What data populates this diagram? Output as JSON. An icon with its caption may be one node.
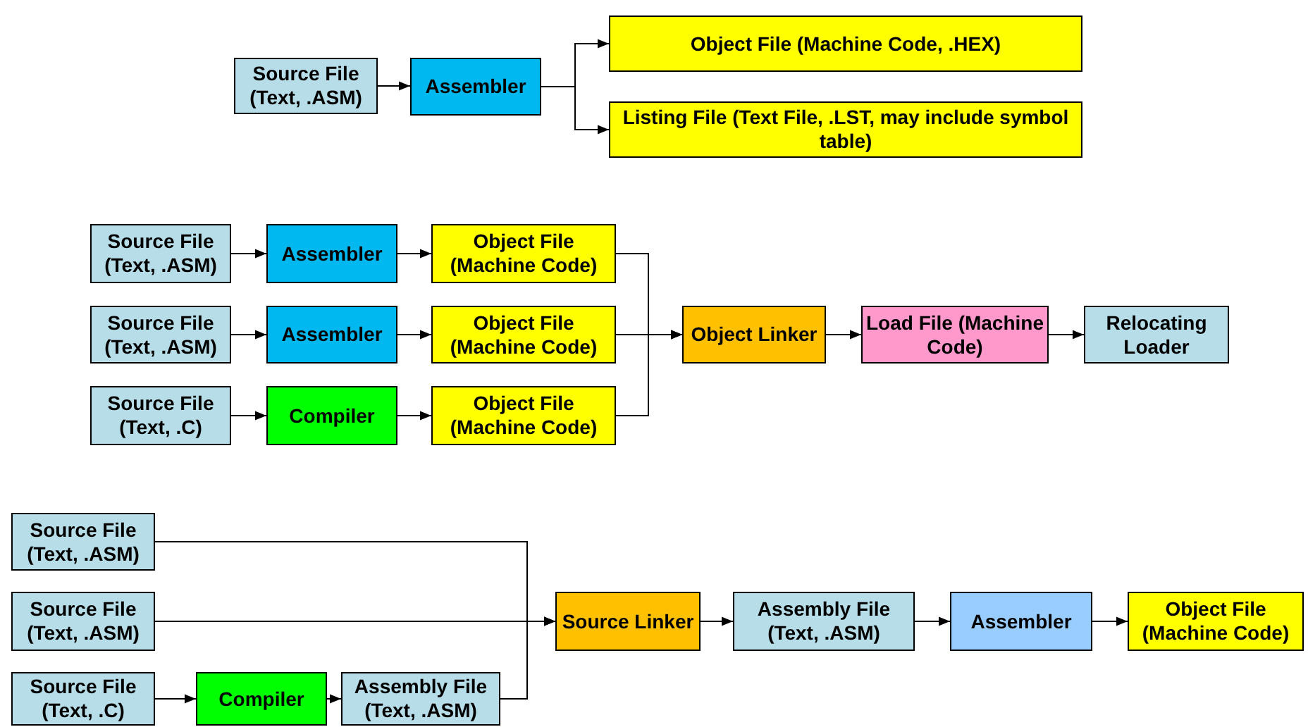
{
  "diagram": {
    "nodes": [
      {
        "text": [
          "Source File (Text, .ASM)"
        ]
      },
      {
        "text": [
          "Assembler"
        ]
      },
      {
        "text": [
          "Object File (Machine Code, .HEX)"
        ]
      },
      {
        "text": [
          "Listing File (Text File, .LST, may include symbol table)"
        ]
      },
      {
        "text": [
          "Source File (Text, .ASM)"
        ]
      },
      {
        "text": [
          "Assembler"
        ]
      },
      {
        "text": [
          "Object File (Machine Code)"
        ]
      },
      {
        "text": [
          "Source File (Text, .ASM)"
        ]
      },
      {
        "text": [
          "Assembler"
        ]
      },
      {
        "text": [
          "Object File (Machine Code)"
        ]
      },
      {
        "text": [
          "Source File (Text, .C)"
        ]
      },
      {
        "text": [
          "Compiler"
        ]
      },
      {
        "text": [
          "Object File (Machine Code)"
        ]
      },
      {
        "text": [
          "Object Linker"
        ]
      },
      {
        "text": [
          "Load File (Machine Code)"
        ]
      },
      {
        "text": [
          "Relocating Loader"
        ]
      },
      {
        "text": [
          "Source File (Text, .ASM)"
        ]
      },
      {
        "text": [
          "Source File (Text, .ASM)"
        ]
      },
      {
        "text": [
          "Source File (Text, .C)"
        ]
      },
      {
        "text": [
          "Compiler"
        ]
      },
      {
        "text": [
          "Assembly File (Text, .ASM)"
        ]
      },
      {
        "text": [
          "Source Linker"
        ]
      },
      {
        "text": [
          "Assembly File (Text, .ASM)"
        ]
      },
      {
        "text": [
          "Assembler"
        ]
      },
      {
        "text": [
          "Object File (Machine Code)"
        ]
      }
    ],
    "edges": [
      {
        "from": 0,
        "to": 1,
        "arrow": "to"
      },
      {
        "from": 1,
        "to": 2,
        "arrow": "to"
      },
      {
        "from": 1,
        "to": 3,
        "arrow": "to"
      },
      {
        "from": 4,
        "to": 5,
        "arrow": "to"
      },
      {
        "from": 5,
        "to": 6,
        "arrow": "to"
      },
      {
        "from": 7,
        "to": 8,
        "arrow": "to"
      },
      {
        "from": 8,
        "to": 9,
        "arrow": "to"
      },
      {
        "from": 10,
        "to": 11,
        "arrow": "to"
      },
      {
        "from": 11,
        "to": 12,
        "arrow": "to"
      },
      {
        "from": 6,
        "to": 13,
        "arrow": "to"
      },
      {
        "from": 9,
        "to": 13,
        "arrow": "to"
      },
      {
        "from": 12,
        "to": 13,
        "arrow": "to"
      },
      {
        "from": 13,
        "to": 14,
        "arrow": "to"
      },
      {
        "from": 14,
        "to": 15,
        "arrow": "to"
      },
      {
        "from": 18,
        "to": 19,
        "arrow": "to"
      },
      {
        "from": 19,
        "to": 20,
        "arrow": "to"
      },
      {
        "from": 16,
        "to": 21,
        "arrow": "to"
      },
      {
        "from": 17,
        "to": 21,
        "arrow": "to"
      },
      {
        "from": 20,
        "to": 21,
        "arrow": "to"
      },
      {
        "from": 21,
        "to": 22,
        "arrow": "to"
      },
      {
        "from": 22,
        "to": 23,
        "arrow": "to"
      },
      {
        "from": 23,
        "to": 24,
        "arrow": "to"
      }
    ]
  }
}
